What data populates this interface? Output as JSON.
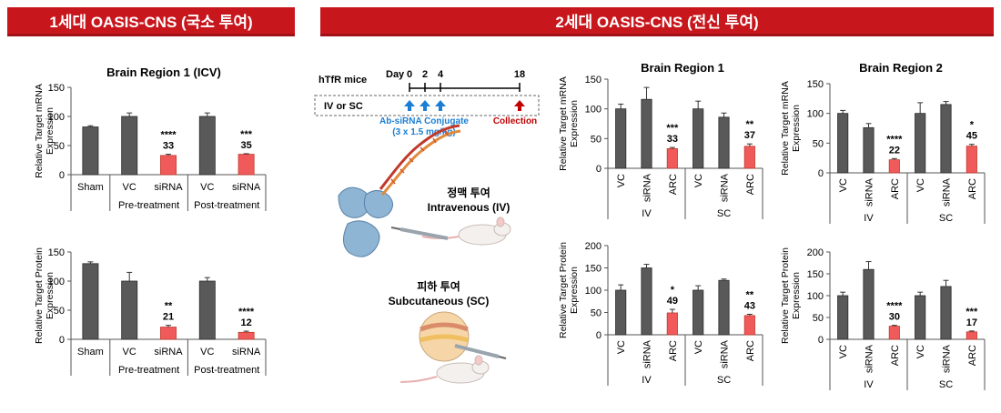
{
  "banners": {
    "left": "1세대 OASIS-CNS (국소 투여)",
    "right": "2세대 OASIS-CNS (전신 투여)"
  },
  "colors": {
    "banner": "#c8161d",
    "control_bar": "#595959",
    "treated_bar": "#f15a5a",
    "arrow_dosing": "#1a7ed4",
    "arrow_collection": "#c00000"
  },
  "schedule": {
    "mice": "hTfR mice",
    "day_label": "Day",
    "days": [
      0,
      2,
      4,
      18
    ],
    "route": "IV or SC",
    "dosing_label": "Ab-siRNA Conjugate",
    "dose": "(3 x 1.5 mg/kg)",
    "collection_label": "Collection"
  },
  "routes": {
    "iv_ko": "정맥 투여",
    "iv_en": "Intravenous (IV)",
    "sc_ko": "피하 투여",
    "sc_en": "Subcutaneous (SC)"
  },
  "chart_data": [
    {
      "id": "c1",
      "type": "bar",
      "title": "Brain Region 1 (ICV)",
      "ylabel": [
        "Relative Target mRNA",
        "Expression"
      ],
      "ylim": [
        0,
        150
      ],
      "yticks": [
        0,
        50,
        100,
        150
      ],
      "categories": [
        "Sham",
        "VC",
        "siRNA",
        "VC",
        "siRNA"
      ],
      "values": [
        82,
        100,
        33,
        100,
        35
      ],
      "errors": [
        2,
        6,
        2,
        6,
        1
      ],
      "treated": [
        false,
        false,
        true,
        false,
        true
      ],
      "stars": [
        "",
        "",
        "****",
        "",
        "***"
      ],
      "labels": [
        "",
        "",
        "33",
        "",
        "35"
      ],
      "groups": [
        {
          "name": "Pre-treatment",
          "start": 1,
          "end": 2
        },
        {
          "name": "Post-treatment",
          "start": 3,
          "end": 4
        }
      ],
      "rotate_ticks": false
    },
    {
      "id": "c2",
      "type": "bar",
      "title": "",
      "ylabel": [
        "Relative Target Protein",
        "Expression"
      ],
      "ylim": [
        0,
        150
      ],
      "yticks": [
        0,
        50,
        100,
        150
      ],
      "categories": [
        "Sham",
        "VC",
        "siRNA",
        "VC",
        "siRNA"
      ],
      "values": [
        130,
        100,
        21,
        100,
        12
      ],
      "errors": [
        3,
        15,
        3,
        6,
        2
      ],
      "treated": [
        false,
        false,
        true,
        false,
        true
      ],
      "stars": [
        "",
        "",
        "**",
        "",
        "****"
      ],
      "labels": [
        "",
        "",
        "21",
        "",
        "12"
      ],
      "groups": [
        {
          "name": "Pre-treatment",
          "start": 1,
          "end": 2
        },
        {
          "name": "Post-treatment",
          "start": 3,
          "end": 4
        }
      ],
      "rotate_ticks": false
    },
    {
      "id": "c3",
      "type": "bar",
      "title": "Brain Region 1",
      "ylabel": [
        "Relative Target mRNA",
        "Expression"
      ],
      "ylim": [
        0,
        150
      ],
      "yticks": [
        0,
        50,
        100,
        150
      ],
      "categories": [
        "VC",
        "siRNA",
        "ARC",
        "VC",
        "siRNA",
        "ARC"
      ],
      "values": [
        100,
        116,
        33,
        100,
        86,
        37
      ],
      "errors": [
        8,
        20,
        2,
        13,
        7,
        4
      ],
      "treated": [
        false,
        false,
        true,
        false,
        false,
        true
      ],
      "stars": [
        "",
        "",
        "***",
        "",
        "",
        "**"
      ],
      "labels": [
        "",
        "",
        "33",
        "",
        "",
        "37"
      ],
      "groups": [
        {
          "name": "IV",
          "start": 0,
          "end": 2
        },
        {
          "name": "SC",
          "start": 3,
          "end": 5
        }
      ],
      "rotate_ticks": true
    },
    {
      "id": "c4",
      "type": "bar",
      "title": "Brain Region 2",
      "ylabel": [
        "Relative Target mRNA",
        "Expression"
      ],
      "ylim": [
        0,
        150
      ],
      "yticks": [
        0,
        50,
        100,
        150
      ],
      "categories": [
        "VC",
        "siRNA",
        "ARC",
        "VC",
        "siRNA",
        "ARC"
      ],
      "values": [
        100,
        76,
        22,
        100,
        115,
        45
      ],
      "errors": [
        5,
        7,
        2,
        18,
        5,
        3
      ],
      "treated": [
        false,
        false,
        true,
        false,
        false,
        true
      ],
      "stars": [
        "",
        "",
        "****",
        "",
        "",
        "*"
      ],
      "labels": [
        "",
        "",
        "22",
        "",
        "",
        "45"
      ],
      "groups": [
        {
          "name": "IV",
          "start": 0,
          "end": 2
        },
        {
          "name": "SC",
          "start": 3,
          "end": 5
        }
      ],
      "rotate_ticks": true
    },
    {
      "id": "c5",
      "type": "bar",
      "title": "",
      "ylabel": [
        "Relative Target Protein",
        "Expression"
      ],
      "ylim": [
        0,
        200
      ],
      "yticks": [
        0,
        50,
        100,
        150,
        200
      ],
      "categories": [
        "VC",
        "siRNA",
        "ARC",
        "VC",
        "siRNA",
        "ARC"
      ],
      "values": [
        100,
        150,
        49,
        100,
        122,
        43
      ],
      "errors": [
        12,
        8,
        8,
        10,
        3,
        3
      ],
      "treated": [
        false,
        false,
        true,
        false,
        false,
        true
      ],
      "stars": [
        "",
        "",
        "*",
        "",
        "",
        "**"
      ],
      "labels": [
        "",
        "",
        "49",
        "",
        "",
        "43"
      ],
      "groups": [
        {
          "name": "IV",
          "start": 0,
          "end": 2
        },
        {
          "name": "SC",
          "start": 3,
          "end": 5
        }
      ],
      "rotate_ticks": true
    },
    {
      "id": "c6",
      "type": "bar",
      "title": "",
      "ylabel": [
        "Relative Target Protein",
        "Expression"
      ],
      "ylim": [
        0,
        200
      ],
      "yticks": [
        0,
        50,
        100,
        150,
        200
      ],
      "categories": [
        "VC",
        "siRNA",
        "ARC",
        "VC",
        "siRNA",
        "ARC"
      ],
      "values": [
        100,
        160,
        30,
        100,
        121,
        17
      ],
      "errors": [
        8,
        18,
        2,
        8,
        14,
        2
      ],
      "treated": [
        false,
        false,
        true,
        false,
        false,
        true
      ],
      "stars": [
        "",
        "",
        "****",
        "",
        "",
        "***"
      ],
      "labels": [
        "",
        "",
        "30",
        "",
        "",
        "17"
      ],
      "groups": [
        {
          "name": "IV",
          "start": 0,
          "end": 2
        },
        {
          "name": "SC",
          "start": 3,
          "end": 5
        }
      ],
      "rotate_ticks": true
    }
  ]
}
